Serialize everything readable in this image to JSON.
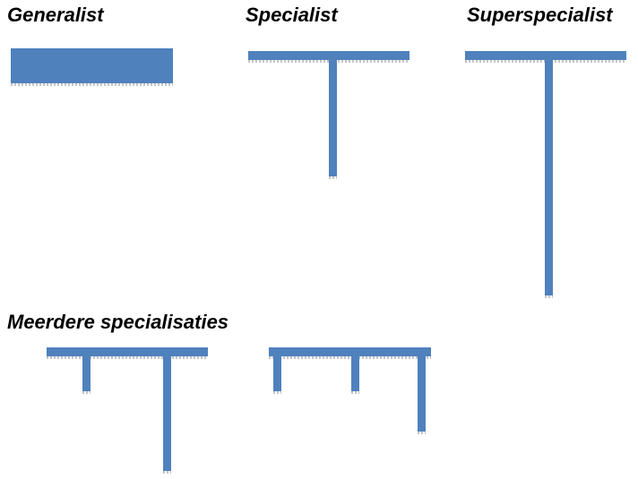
{
  "labels": {
    "generalist": "Generalist",
    "specialist": "Specialist",
    "superspecialist": "Superspecialist",
    "multiple_specializations": "Meerdere specialisaties"
  },
  "colors": {
    "shape_fill": "#4f81bd",
    "reflection": "#c4c4c4",
    "text": "#000000",
    "background": "#ffffff"
  }
}
